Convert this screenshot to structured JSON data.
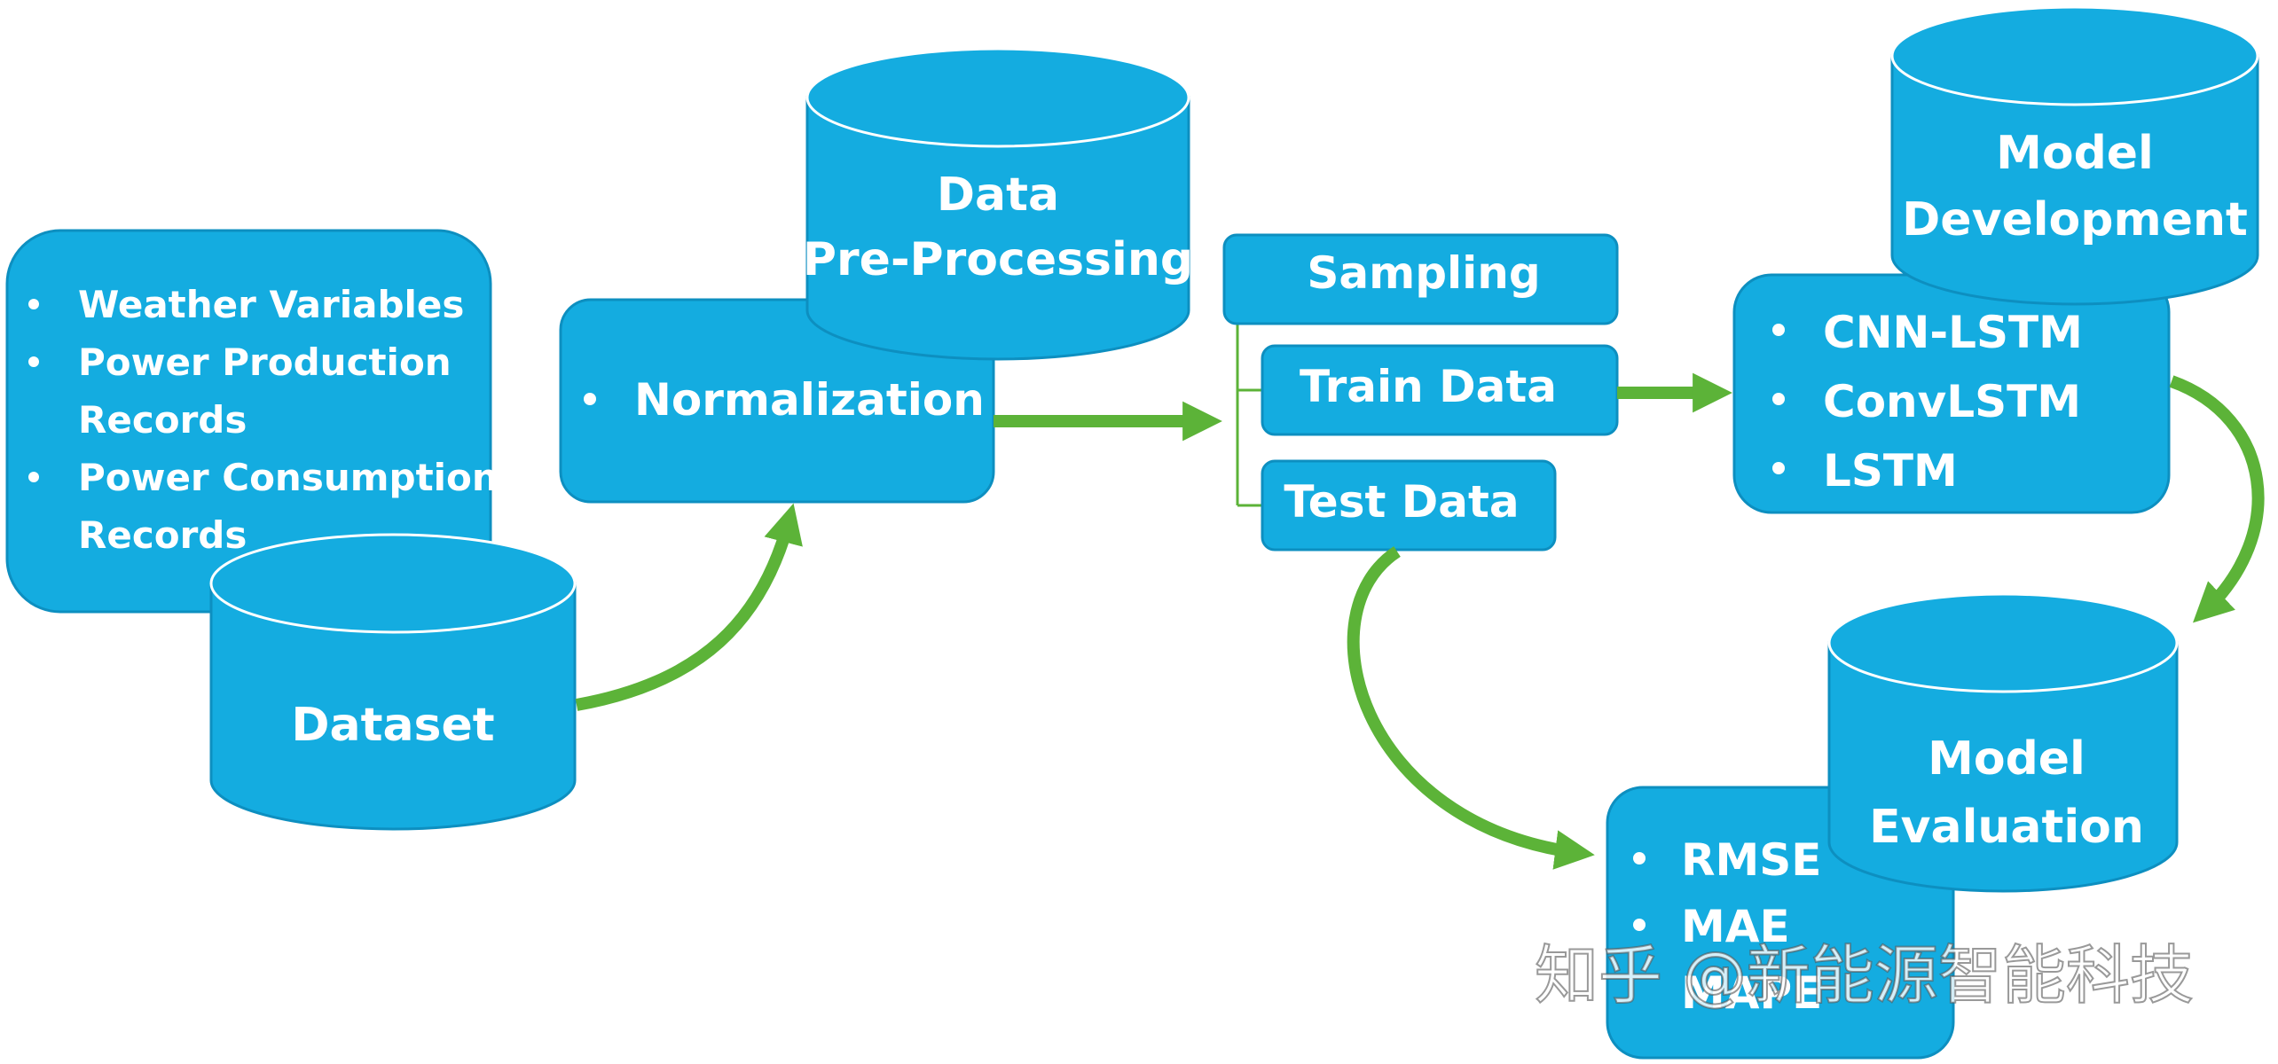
{
  "colors": {
    "box": "#14ace0",
    "box_stroke": "#0d8fc0",
    "arrow": "#5cb338",
    "connector": "#5cb338"
  },
  "dataset": {
    "items": [
      "Weather Variables",
      "Power Production",
      "Records",
      "Power Consumption",
      "Records"
    ],
    "label": "Dataset"
  },
  "preprocessing": {
    "items": [
      "Normalization"
    ],
    "label_line1": "Data",
    "label_line2": "Pre-Processing"
  },
  "sampling": {
    "header": "Sampling",
    "train": "Train Data",
    "test": "Test Data"
  },
  "development": {
    "items": [
      "CNN-LSTM",
      "ConvLSTM",
      "LSTM"
    ],
    "label_line1": "Model",
    "label_line2": "Development"
  },
  "evaluation": {
    "items": [
      "RMSE",
      "MAE",
      "MAPE"
    ],
    "label_line1": "Model",
    "label_line2": "Evaluation"
  },
  "watermark": "知乎 @新能源智能科技"
}
